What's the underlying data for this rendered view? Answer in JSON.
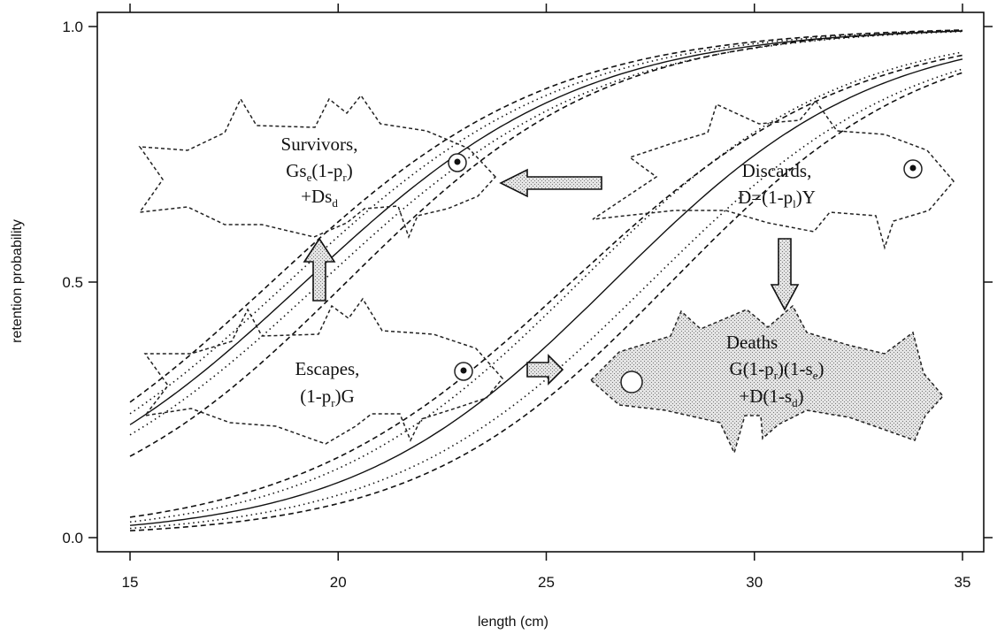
{
  "chart_data": {
    "type": "line",
    "title": "",
    "xlabel": "length (cm)",
    "ylabel": "retention probability",
    "xlim": [
      15,
      35
    ],
    "ylim": [
      0,
      1
    ],
    "x_ticks": [
      "15",
      "20",
      "25",
      "30",
      "35"
    ],
    "y_ticks": [
      "0.0",
      "0.5",
      "1.0"
    ],
    "grid": false,
    "legend": "none",
    "series": [
      {
        "style": "solid",
        "l50": 19.2,
        "slope": 0.3
      },
      {
        "style": "dotted",
        "l50": 19.6,
        "slope": 0.3
      },
      {
        "style": "dotted",
        "l50": 18.8,
        "slope": 0.3
      },
      {
        "style": "dashed",
        "l50": 20.2,
        "slope": 0.32
      },
      {
        "style": "dashed",
        "l50": 18.4,
        "slope": 0.3
      },
      {
        "style": "solid",
        "l50": 26.6,
        "slope": 0.32
      },
      {
        "style": "dotted",
        "l50": 27.5,
        "slope": 0.32
      },
      {
        "style": "dotted",
        "l50": 25.8,
        "slope": 0.32
      },
      {
        "style": "dashed",
        "l50": 28.0,
        "slope": 0.33
      },
      {
        "style": "dashed",
        "l50": 25.6,
        "slope": 0.3
      }
    ]
  },
  "diagram": {
    "survivors": {
      "line1": "Survivors,",
      "line2_pre": "Gs",
      "line2_sub": "e",
      "line2_post": "(1-p",
      "line2_sub2": "r",
      "line2_end": ")",
      "line3_pre": "+Ds",
      "line3_sub": "d"
    },
    "discards": {
      "line1": "Discards,",
      "line2_pre": "D=(1-p",
      "line2_sub": "l",
      "line2_post": ")Y"
    },
    "escapes": {
      "line1": "Escapes,",
      "line2_pre": "(1-p",
      "line2_sub": "r",
      "line2_post": ")G"
    },
    "deaths": {
      "line1": "Deaths",
      "line2_pre": "G(1-p",
      "line2_sub": "r",
      "line2_mid": ")(1-s",
      "line2_sub2": "e",
      "line2_end": ")",
      "line3_pre": "+D(1-s",
      "line3_sub": "d",
      "line3_end": ")"
    }
  },
  "colors": {
    "axis": "#111111",
    "fish_outline": "#222222",
    "dead_fish_fill": "#d6d6d6",
    "arrow_fill": "#c4c4c4"
  }
}
